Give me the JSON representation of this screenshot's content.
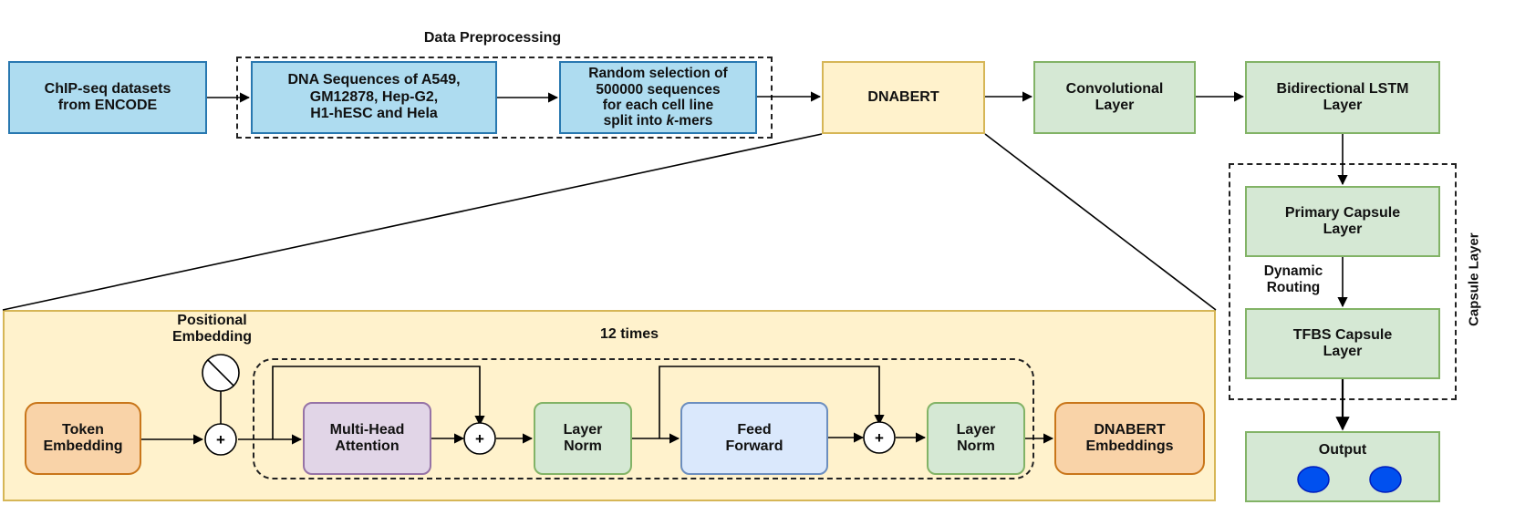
{
  "preprocessing": {
    "title": "Data Preprocessing",
    "chipseq": "ChIP-seq datasets\nfrom ENCODE",
    "dna_sequences": "DNA Sequences of A549,\nGM12878, Hep-G2,\nH1-hESC and Hela",
    "random_selection_line1": "Random selection of",
    "random_selection_line2": "500000 sequences",
    "random_selection_line3": "for each cell line",
    "random_selection_prefix": "split into ",
    "random_selection_k": "k",
    "random_selection_suffix": "-mers"
  },
  "pipeline": {
    "dnabert": "DNABERT",
    "conv": "Convolutional\nLayer",
    "bilstm": "Bidirectional LSTM\nLayer",
    "primary_capsule": "Primary Capsule\nLayer",
    "dynamic_routing": "Dynamic\nRouting",
    "tfbs_capsule": "TFBS Capsule\nLayer",
    "capsule_layer": "Capsule Layer",
    "output": "Output"
  },
  "dnabert_detail": {
    "positional_embedding": "Positional\nEmbedding",
    "repeat": "12 times",
    "token_embedding": "Token\nEmbedding",
    "multi_head_attention": "Multi-Head\nAttention",
    "layer_norm_1": "Layer\nNorm",
    "feed_forward": "Feed\nForward",
    "layer_norm_2": "Layer\nNorm",
    "dnabert_embeddings": "DNABERT\nEmbeddings",
    "plus_symbol": "+"
  },
  "colors": {
    "blue_fill": "#aedcf0",
    "yellow_fill": "#fff2cc",
    "green_fill": "#d5e8d4",
    "orange_fill": "#f9d3a8",
    "purple_fill": "#e1d5e7",
    "light_blue_fill": "#dae8fc",
    "output_node": "#0050ef"
  }
}
